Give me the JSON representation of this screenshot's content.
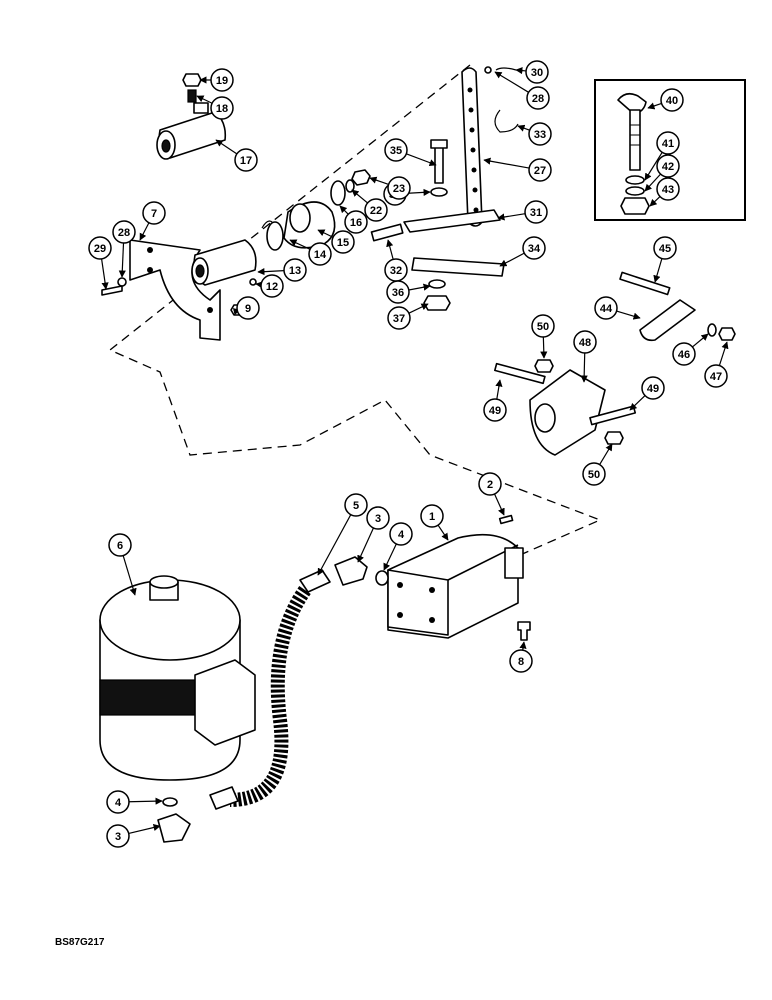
{
  "drawing_code": "BS87G217",
  "callout_labels": [
    "19",
    "18",
    "17",
    "30",
    "28",
    "33",
    "27",
    "35",
    "36",
    "23",
    "22",
    "16",
    "15",
    "14",
    "13",
    "12",
    "7",
    "28",
    "29",
    "9",
    "31",
    "32",
    "34",
    "36",
    "37",
    "40",
    "41",
    "42",
    "43",
    "45",
    "44",
    "46",
    "47",
    "50",
    "48",
    "49",
    "49",
    "50",
    "2",
    "1",
    "5",
    "3",
    "4",
    "6",
    "8",
    "4",
    "3"
  ]
}
